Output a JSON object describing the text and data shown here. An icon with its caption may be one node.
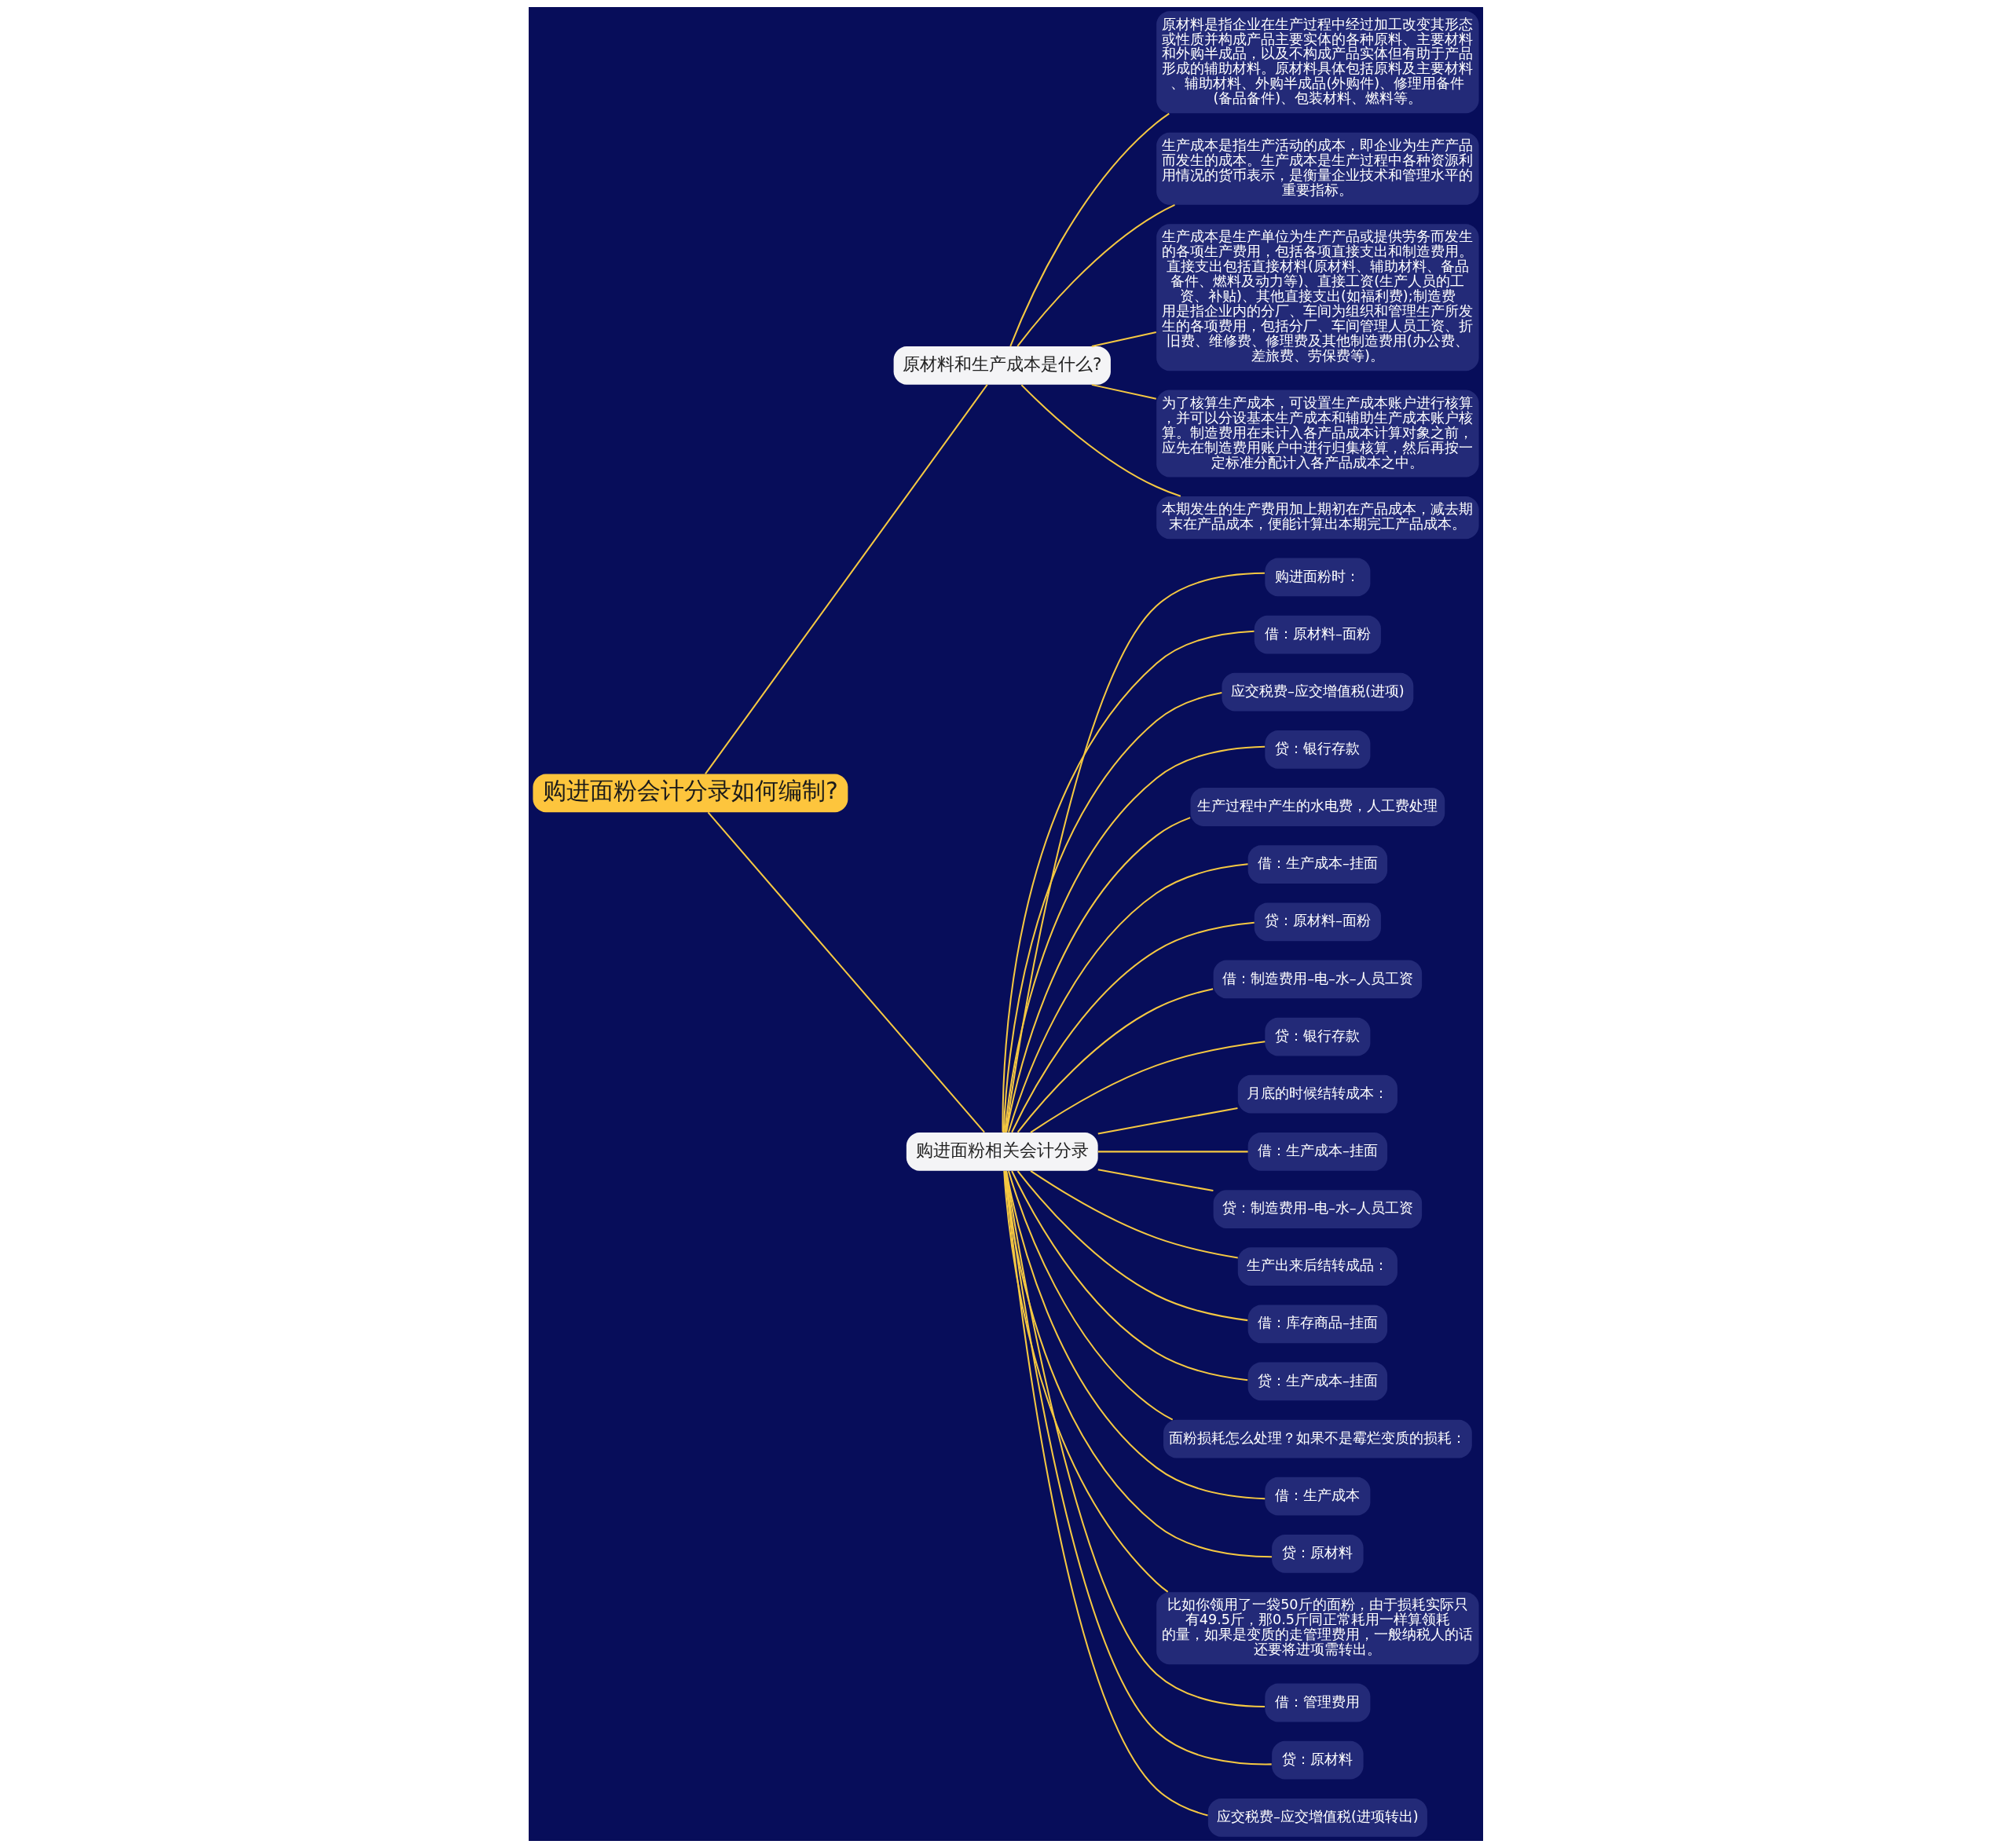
{
  "diagram": {
    "nodes": [
      {
        "text": [
          "购进面粉会计分录如何编制?"
        ]
      },
      {
        "text": [
          "原材料和生产成本是什么?"
        ]
      },
      {
        "text": [
          "原材料是指企业在生产过程中经过加工改变其形态或性质并构成产品主要实体的各种原料、主要材料和外购半成品，以及不构成产品实体但有助于产品形成的辅助材料。原材料具体包括原料及主要材料、辅助材料、外购半成品(外购件)、修理用备件(备品备件)、包装材料、燃料等。"
        ]
      },
      {
        "text": [
          "生产成本是指生产活动的成本，即企业为生产产品而发生的成本。生产成本是生产过程中各种资源利用情况的货币表示，是衡量企业技术和管理水平的重要指标。"
        ]
      },
      {
        "text": [
          "生产成本是生产单位为生产产品或提供劳务而发生的各项生产费用，包括各项直接支出和制造费用。直接支出包括直接材料(原材料、辅助材料、备品备件、燃料及动力等)、直接工资(生产人员的工资、补贴)、其他直接支出(如福利费);制造费用是指企业内的分厂、车间为组织和管理生产所发生的各项费用，包括分厂、车间管理人员工资、折旧费、维修费、修理费及其他制造费用(办公费、差旅费、劳保费等)。"
        ]
      },
      {
        "text": [
          "为了核算生产成本，可设置生产成本账户进行核算，并可以分设基本生产成本和辅助生产成本账户核算。制造费用在未计入各产品成本计算对象之前，应先在制造费用账户中进行归集核算，然后再按一定标准分配计入各产品成本之中。"
        ]
      },
      {
        "text": [
          "本期发生的生产费用加上期初在产品成本，减去期末在产品成本，便能计算出本期完工产品成本。"
        ]
      },
      {
        "text": [
          "购进面粉相关会计分录"
        ]
      },
      {
        "text": [
          "购进面粉时："
        ]
      },
      {
        "text": [
          "借：原材料–面粉"
        ]
      },
      {
        "text": [
          "应交税费–应交增值税(进项)"
        ]
      },
      {
        "text": [
          "贷：银行存款"
        ]
      },
      {
        "text": [
          "生产过程中产生的水电费，人工费处理"
        ]
      },
      {
        "text": [
          "借：生产成本–挂面"
        ]
      },
      {
        "text": [
          "贷：原材料–面粉"
        ]
      },
      {
        "text": [
          "借：制造费用–电–水–人员工资"
        ]
      },
      {
        "text": [
          "贷：银行存款"
        ]
      },
      {
        "text": [
          "月底的时候结转成本："
        ]
      },
      {
        "text": [
          "借：生产成本–挂面"
        ]
      },
      {
        "text": [
          "贷：制造费用–电–水–人员工资"
        ]
      },
      {
        "text": [
          "生产出来后结转成品："
        ]
      },
      {
        "text": [
          "借：库存商品–挂面"
        ]
      },
      {
        "text": [
          "贷：生产成本–挂面"
        ]
      },
      {
        "text": [
          "面粉损耗怎么处理？如果不是霉烂变质的损耗："
        ]
      },
      {
        "text": [
          "借：生产成本"
        ]
      },
      {
        "text": [
          "贷：原材料"
        ]
      },
      {
        "text": [
          "比如你领用了一袋50斤的面粉，由于损耗实际只有49.5斤，那0.5斤同正常耗用一样算领耗的量，如果是变质的走管理费用，一般纳税人的话还要将进项需转出。"
        ]
      },
      {
        "text": [
          "借：管理费用"
        ]
      },
      {
        "text": [
          "贷：原材料"
        ]
      },
      {
        "text": [
          "应交税费–应交增值税(进项转出)"
        ]
      }
    ],
    "edges": [
      {
        "from": 0,
        "to": 1,
        "arrow": "none"
      },
      {
        "from": 1,
        "to": 2,
        "arrow": "none"
      },
      {
        "from": 1,
        "to": 3,
        "arrow": "none"
      },
      {
        "from": 1,
        "to": 4,
        "arrow": "none"
      },
      {
        "from": 1,
        "to": 5,
        "arrow": "none"
      },
      {
        "from": 1,
        "to": 6,
        "arrow": "none"
      },
      {
        "from": 0,
        "to": 7,
        "arrow": "none"
      },
      {
        "from": 7,
        "to": 8,
        "arrow": "none"
      },
      {
        "from": 7,
        "to": 9,
        "arrow": "none"
      },
      {
        "from": 7,
        "to": 10,
        "arrow": "none"
      },
      {
        "from": 7,
        "to": 11,
        "arrow": "none"
      },
      {
        "from": 7,
        "to": 12,
        "arrow": "none"
      },
      {
        "from": 7,
        "to": 13,
        "arrow": "none"
      },
      {
        "from": 7,
        "to": 14,
        "arrow": "none"
      },
      {
        "from": 7,
        "to": 15,
        "arrow": "none"
      },
      {
        "from": 7,
        "to": 16,
        "arrow": "none"
      },
      {
        "from": 7,
        "to": 17,
        "arrow": "none"
      },
      {
        "from": 7,
        "to": 18,
        "arrow": "none"
      },
      {
        "from": 7,
        "to": 19,
        "arrow": "none"
      },
      {
        "from": 7,
        "to": 20,
        "arrow": "none"
      },
      {
        "from": 7,
        "to": 21,
        "arrow": "none"
      },
      {
        "from": 7,
        "to": 22,
        "arrow": "none"
      },
      {
        "from": 7,
        "to": 23,
        "arrow": "none"
      },
      {
        "from": 7,
        "to": 24,
        "arrow": "none"
      },
      {
        "from": 7,
        "to": 25,
        "arrow": "none"
      },
      {
        "from": 7,
        "to": 26,
        "arrow": "none"
      },
      {
        "from": 7,
        "to": 27,
        "arrow": "none"
      },
      {
        "from": 7,
        "to": 28,
        "arrow": "none"
      },
      {
        "from": 7,
        "to": 29,
        "arrow": "none"
      }
    ]
  }
}
